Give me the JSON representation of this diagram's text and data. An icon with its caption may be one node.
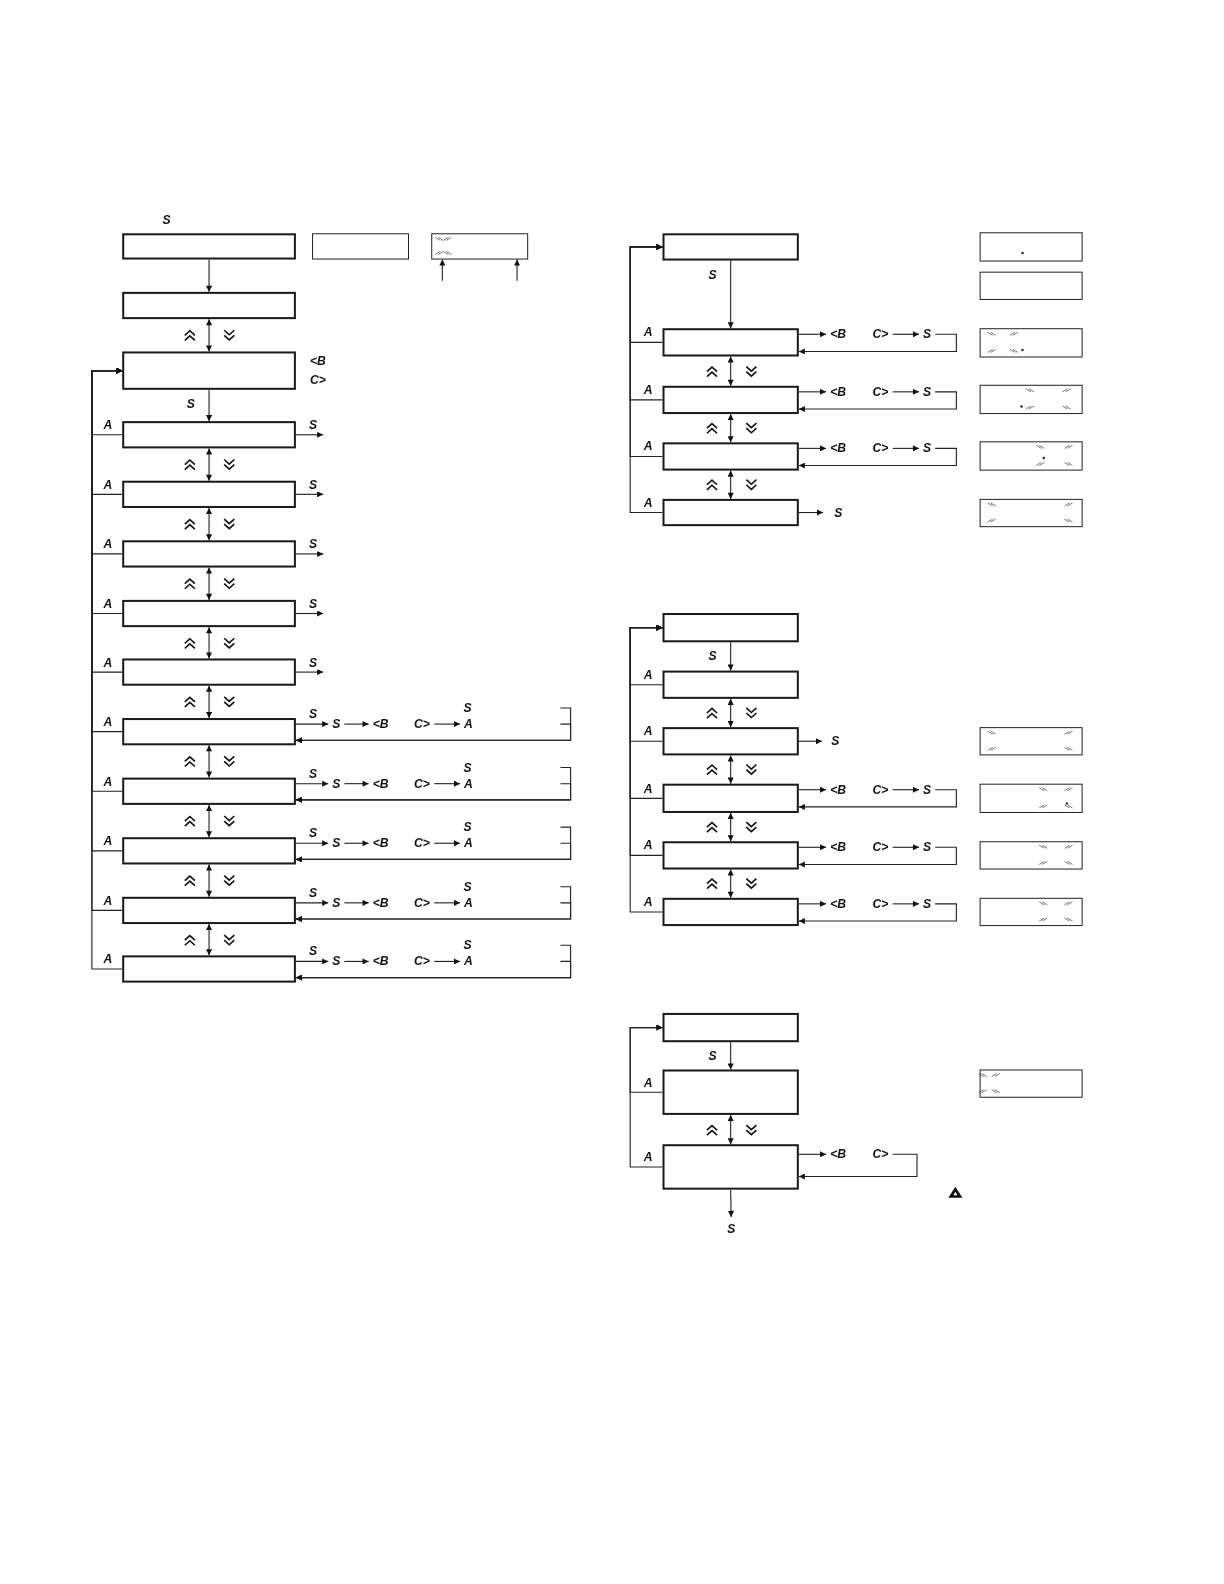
{
  "diagram": {
    "nodes": [
      {
        "text": [],
        "shape": "box",
        "beside": [
          "S"
        ]
      },
      {
        "text": [],
        "shape": "box"
      },
      {
        "text": [],
        "shape": "box"
      },
      {
        "text": [],
        "shape": "box"
      },
      {
        "text": [],
        "shape": "box",
        "beside": [
          "<B",
          "C>"
        ]
      },
      {
        "text": [],
        "shape": "box"
      },
      {
        "text": [],
        "shape": "box"
      },
      {
        "text": [],
        "shape": "box"
      },
      {
        "text": [],
        "shape": "box"
      },
      {
        "text": [],
        "shape": "box"
      },
      {
        "text": [],
        "shape": "box"
      },
      {
        "text": [],
        "shape": "box"
      },
      {
        "text": [],
        "shape": "box"
      },
      {
        "text": [],
        "shape": "box"
      },
      {
        "text": [],
        "shape": "box"
      },
      {
        "text": [
          "S"
        ]
      },
      {
        "text": [
          "<B"
        ]
      },
      {
        "text": [
          "C>"
        ]
      },
      {
        "text": [
          "S"
        ]
      },
      {
        "text": [
          "A"
        ]
      },
      {
        "text": [
          "S"
        ]
      },
      {
        "text": [
          "<B"
        ]
      },
      {
        "text": [
          "C>"
        ]
      },
      {
        "text": [
          "S"
        ]
      },
      {
        "text": [
          "A"
        ]
      },
      {
        "text": [
          "S"
        ]
      },
      {
        "text": [
          "<B"
        ]
      },
      {
        "text": [
          "C>"
        ]
      },
      {
        "text": [
          "S"
        ]
      },
      {
        "text": [
          "A"
        ]
      },
      {
        "text": [
          "S"
        ]
      },
      {
        "text": [
          "<B"
        ]
      },
      {
        "text": [
          "C>"
        ]
      },
      {
        "text": [
          "S"
        ]
      },
      {
        "text": [
          "A"
        ]
      },
      {
        "text": [
          "S"
        ]
      },
      {
        "text": [
          "<B"
        ]
      },
      {
        "text": [
          "C>"
        ]
      },
      {
        "text": [
          "S"
        ]
      },
      {
        "text": [
          "A"
        ]
      },
      {
        "text": [],
        "shape": "box"
      },
      {
        "text": [],
        "shape": "box"
      },
      {
        "text": [],
        "shape": "box"
      },
      {
        "text": [],
        "shape": "box"
      },
      {
        "text": [
          "<B"
        ]
      },
      {
        "text": [
          "C>"
        ]
      },
      {
        "text": [
          "S"
        ]
      },
      {
        "text": [],
        "shape": "box"
      },
      {
        "text": [],
        "shape": "box"
      },
      {
        "text": [
          "<B"
        ]
      },
      {
        "text": [
          "C>"
        ]
      },
      {
        "text": [
          "S"
        ]
      },
      {
        "text": [],
        "shape": "box"
      },
      {
        "text": [],
        "shape": "box"
      },
      {
        "text": [
          "<B"
        ]
      },
      {
        "text": [
          "C>"
        ]
      },
      {
        "text": [
          "S"
        ]
      },
      {
        "text": [],
        "shape": "box"
      },
      {
        "text": [],
        "shape": "box"
      },
      {
        "text": [],
        "shape": "box"
      },
      {
        "text": [],
        "shape": "box"
      },
      {
        "text": [],
        "shape": "box"
      },
      {
        "text": [],
        "shape": "box"
      },
      {
        "text": [],
        "shape": "box"
      },
      {
        "text": [],
        "shape": "box"
      },
      {
        "text": [
          "<B"
        ]
      },
      {
        "text": [
          "C>"
        ]
      },
      {
        "text": [
          "S"
        ]
      },
      {
        "text": [],
        "shape": "box"
      },
      {
        "text": [],
        "shape": "box"
      },
      {
        "text": [
          "<B"
        ]
      },
      {
        "text": [
          "C>"
        ]
      },
      {
        "text": [
          "S"
        ]
      },
      {
        "text": [],
        "shape": "box"
      },
      {
        "text": [],
        "shape": "box"
      },
      {
        "text": [
          "<B"
        ]
      },
      {
        "text": [
          "C>"
        ]
      },
      {
        "text": [
          "S"
        ]
      },
      {
        "text": [],
        "shape": "box"
      },
      {
        "text": [],
        "shape": "box"
      },
      {
        "text": [],
        "shape": "box"
      },
      {
        "text": [],
        "shape": "box"
      },
      {
        "text": [],
        "shape": "box"
      },
      {
        "text": [
          "<B"
        ]
      },
      {
        "text": [
          "C>"
        ]
      }
    ],
    "edges": [
      {
        "from": 0,
        "to": 3,
        "arrow": "to"
      },
      {
        "from": null,
        "to": 2,
        "arrow": "to"
      },
      {
        "from": null,
        "to": 2,
        "arrow": "to"
      },
      {
        "from": 3,
        "to": 4,
        "arrow": "both"
      },
      {
        "from": 4,
        "to": 5,
        "arrow": "to",
        "label": "S"
      },
      {
        "from": 5,
        "to": 6,
        "arrow": "both"
      },
      {
        "from": 6,
        "to": 7,
        "arrow": "both"
      },
      {
        "from": 7,
        "to": 8,
        "arrow": "both"
      },
      {
        "from": 8,
        "to": 9,
        "arrow": "both"
      },
      {
        "from": 9,
        "to": 10,
        "arrow": "both"
      },
      {
        "from": 10,
        "to": 11,
        "arrow": "both"
      },
      {
        "from": 11,
        "to": 12,
        "arrow": "both"
      },
      {
        "from": 12,
        "to": 13,
        "arrow": "both"
      },
      {
        "from": 13,
        "to": 14,
        "arrow": "both"
      },
      {
        "from": 5,
        "to": 4,
        "arrow": "to",
        "label": "A"
      },
      {
        "from": 6,
        "to": 4,
        "arrow": "to",
        "label": "A"
      },
      {
        "from": 7,
        "to": 4,
        "arrow": "to",
        "label": "A"
      },
      {
        "from": 8,
        "to": 4,
        "arrow": "to",
        "label": "A"
      },
      {
        "from": 9,
        "to": 4,
        "arrow": "to",
        "label": "A"
      },
      {
        "from": 10,
        "to": 4,
        "arrow": "to",
        "label": "A"
      },
      {
        "from": 11,
        "to": 4,
        "arrow": "to",
        "label": "A"
      },
      {
        "from": 12,
        "to": 4,
        "arrow": "to",
        "label": "A"
      },
      {
        "from": 13,
        "to": 4,
        "arrow": "to",
        "label": "A"
      },
      {
        "from": 14,
        "to": 4,
        "arrow": "to",
        "label": "A"
      },
      {
        "from": 5,
        "to": null,
        "arrow": "to",
        "label": "S"
      },
      {
        "from": 6,
        "to": null,
        "arrow": "to",
        "label": "S"
      },
      {
        "from": 7,
        "to": null,
        "arrow": "to",
        "label": "S"
      },
      {
        "from": 8,
        "to": null,
        "arrow": "to",
        "label": "S"
      },
      {
        "from": 9,
        "to": null,
        "arrow": "to",
        "label": "S"
      },
      {
        "from": 10,
        "to": 15,
        "arrow": "to",
        "label": "S"
      },
      {
        "from": 15,
        "to": 16,
        "arrow": "to"
      },
      {
        "from": 17,
        "to": 19,
        "arrow": "to"
      },
      {
        "from": 18,
        "to": 10,
        "arrow": "to"
      },
      {
        "from": 19,
        "to": 10,
        "arrow": "to"
      },
      {
        "from": 11,
        "to": 20,
        "arrow": "to",
        "label": "S"
      },
      {
        "from": 20,
        "to": 21,
        "arrow": "to"
      },
      {
        "from": 22,
        "to": 24,
        "arrow": "to"
      },
      {
        "from": 23,
        "to": 11,
        "arrow": "to"
      },
      {
        "from": 24,
        "to": 11,
        "arrow": "to"
      },
      {
        "from": 12,
        "to": 25,
        "arrow": "to",
        "label": "S"
      },
      {
        "from": 25,
        "to": 26,
        "arrow": "to"
      },
      {
        "from": 27,
        "to": 29,
        "arrow": "to"
      },
      {
        "from": 28,
        "to": 12,
        "arrow": "to"
      },
      {
        "from": 29,
        "to": 12,
        "arrow": "to"
      },
      {
        "from": 13,
        "to": 30,
        "arrow": "to",
        "label": "S"
      },
      {
        "from": 30,
        "to": 31,
        "arrow": "to"
      },
      {
        "from": 32,
        "to": 34,
        "arrow": "to"
      },
      {
        "from": 33,
        "to": 13,
        "arrow": "to"
      },
      {
        "from": 34,
        "to": 13,
        "arrow": "to"
      },
      {
        "from": 14,
        "to": 35,
        "arrow": "to",
        "label": "S"
      },
      {
        "from": 35,
        "to": 36,
        "arrow": "to"
      },
      {
        "from": 37,
        "to": 39,
        "arrow": "to"
      },
      {
        "from": 38,
        "to": 14,
        "arrow": "to"
      },
      {
        "from": 39,
        "to": 14,
        "arrow": "to"
      },
      {
        "from": 40,
        "to": 43,
        "arrow": "to",
        "label": "S"
      },
      {
        "from": 43,
        "to": 48,
        "arrow": "both"
      },
      {
        "from": 48,
        "to": 53,
        "arrow": "both"
      },
      {
        "from": 53,
        "to": 58,
        "arrow": "both"
      },
      {
        "from": 43,
        "to": 40,
        "arrow": "to",
        "label": "A"
      },
      {
        "from": 48,
        "to": 40,
        "arrow": "to",
        "label": "A"
      },
      {
        "from": 53,
        "to": 40,
        "arrow": "to",
        "label": "A"
      },
      {
        "from": 58,
        "to": 40,
        "arrow": "to",
        "label": "A"
      },
      {
        "from": 43,
        "to": 44,
        "arrow": "to"
      },
      {
        "from": 45,
        "to": 46,
        "arrow": "to"
      },
      {
        "from": 46,
        "to": 43,
        "arrow": "to"
      },
      {
        "from": 48,
        "to": 49,
        "arrow": "to"
      },
      {
        "from": 50,
        "to": 51,
        "arrow": "to"
      },
      {
        "from": 51,
        "to": 48,
        "arrow": "to"
      },
      {
        "from": 53,
        "to": 54,
        "arrow": "to"
      },
      {
        "from": 55,
        "to": 56,
        "arrow": "to"
      },
      {
        "from": 56,
        "to": 53,
        "arrow": "to"
      },
      {
        "from": 58,
        "to": null,
        "arrow": "to",
        "label": "S"
      },
      {
        "from": 60,
        "to": 61,
        "arrow": "to",
        "label": "S"
      },
      {
        "from": 61,
        "to": 62,
        "arrow": "both"
      },
      {
        "from": 62,
        "to": 64,
        "arrow": "both"
      },
      {
        "from": 64,
        "to": 69,
        "arrow": "both"
      },
      {
        "from": 69,
        "to": 74,
        "arrow": "both"
      },
      {
        "from": 61,
        "to": 60,
        "arrow": "to",
        "label": "A"
      },
      {
        "from": 62,
        "to": 60,
        "arrow": "to",
        "label": "A"
      },
      {
        "from": 64,
        "to": 60,
        "arrow": "to",
        "label": "A"
      },
      {
        "from": 69,
        "to": 60,
        "arrow": "to",
        "label": "A"
      },
      {
        "from": 74,
        "to": 60,
        "arrow": "to",
        "label": "A"
      },
      {
        "from": 62,
        "to": null,
        "arrow": "to",
        "label": "S"
      },
      {
        "from": 64,
        "to": 65,
        "arrow": "to"
      },
      {
        "from": 66,
        "to": 67,
        "arrow": "to"
      },
      {
        "from": 67,
        "to": 64,
        "arrow": "to"
      },
      {
        "from": 69,
        "to": 70,
        "arrow": "to"
      },
      {
        "from": 71,
        "to": 72,
        "arrow": "to"
      },
      {
        "from": 72,
        "to": 69,
        "arrow": "to"
      },
      {
        "from": 74,
        "to": 75,
        "arrow": "to"
      },
      {
        "from": 76,
        "to": 77,
        "arrow": "to"
      },
      {
        "from": 77,
        "to": 74,
        "arrow": "to"
      },
      {
        "from": 79,
        "to": 80,
        "arrow": "to",
        "label": "S"
      },
      {
        "from": 80,
        "to": 82,
        "arrow": "both"
      },
      {
        "from": 80,
        "to": 79,
        "arrow": "to",
        "label": "A"
      },
      {
        "from": 82,
        "to": 79,
        "arrow": "to",
        "label": "A"
      },
      {
        "from": 82,
        "to": 83,
        "arrow": "to"
      },
      {
        "from": 84,
        "to": 82,
        "arrow": "to"
      },
      {
        "from": 82,
        "to": null,
        "arrow": "to",
        "label": "S"
      }
    ]
  }
}
